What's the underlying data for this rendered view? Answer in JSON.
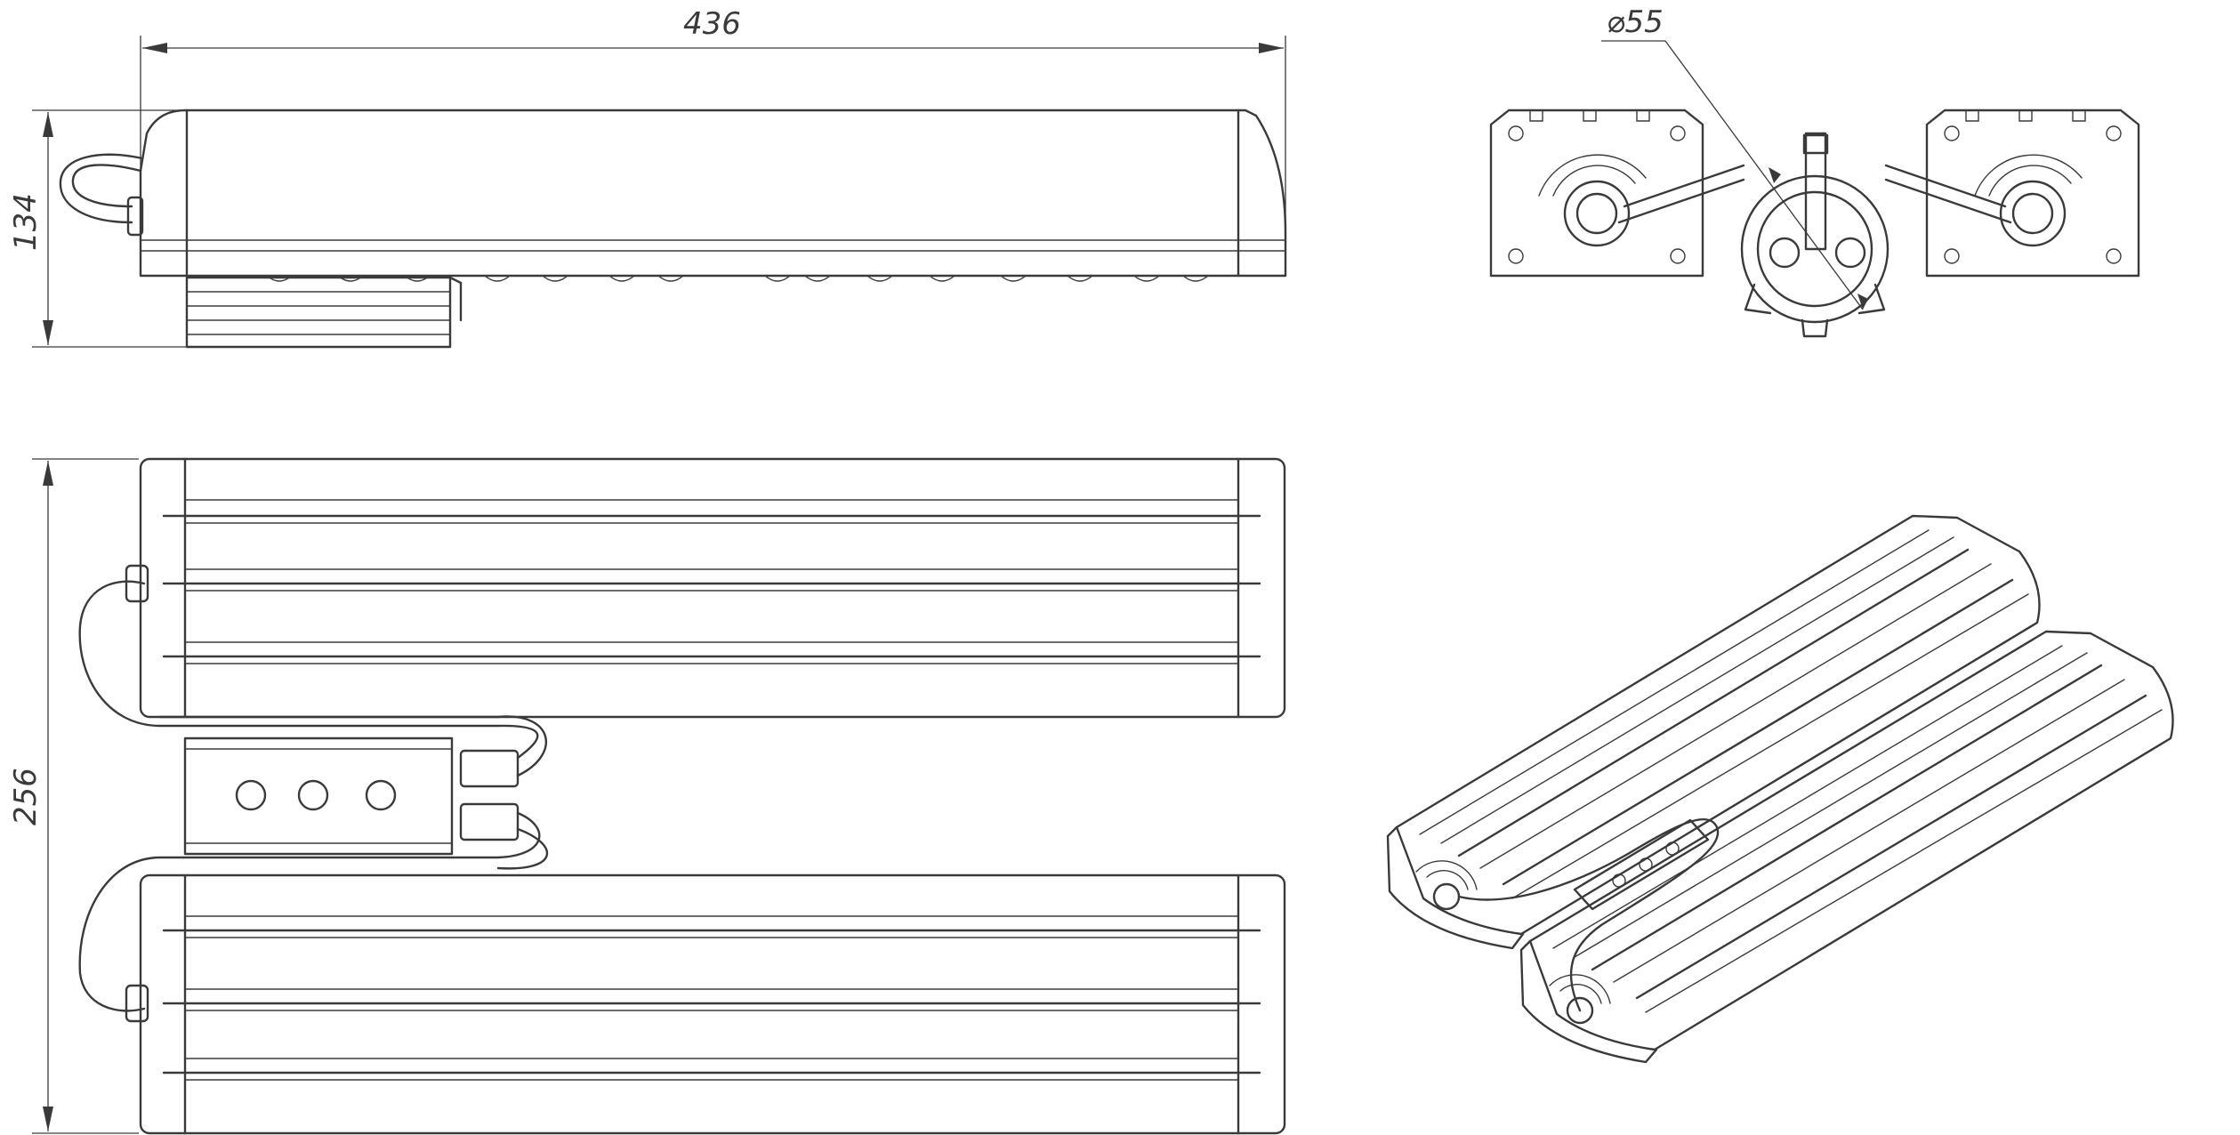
{
  "dimensions": {
    "length": "436",
    "height": "134",
    "width": "256",
    "diameter": "⌀55"
  },
  "colors": {
    "line": "#3a3a3a",
    "background": "#ffffff"
  }
}
